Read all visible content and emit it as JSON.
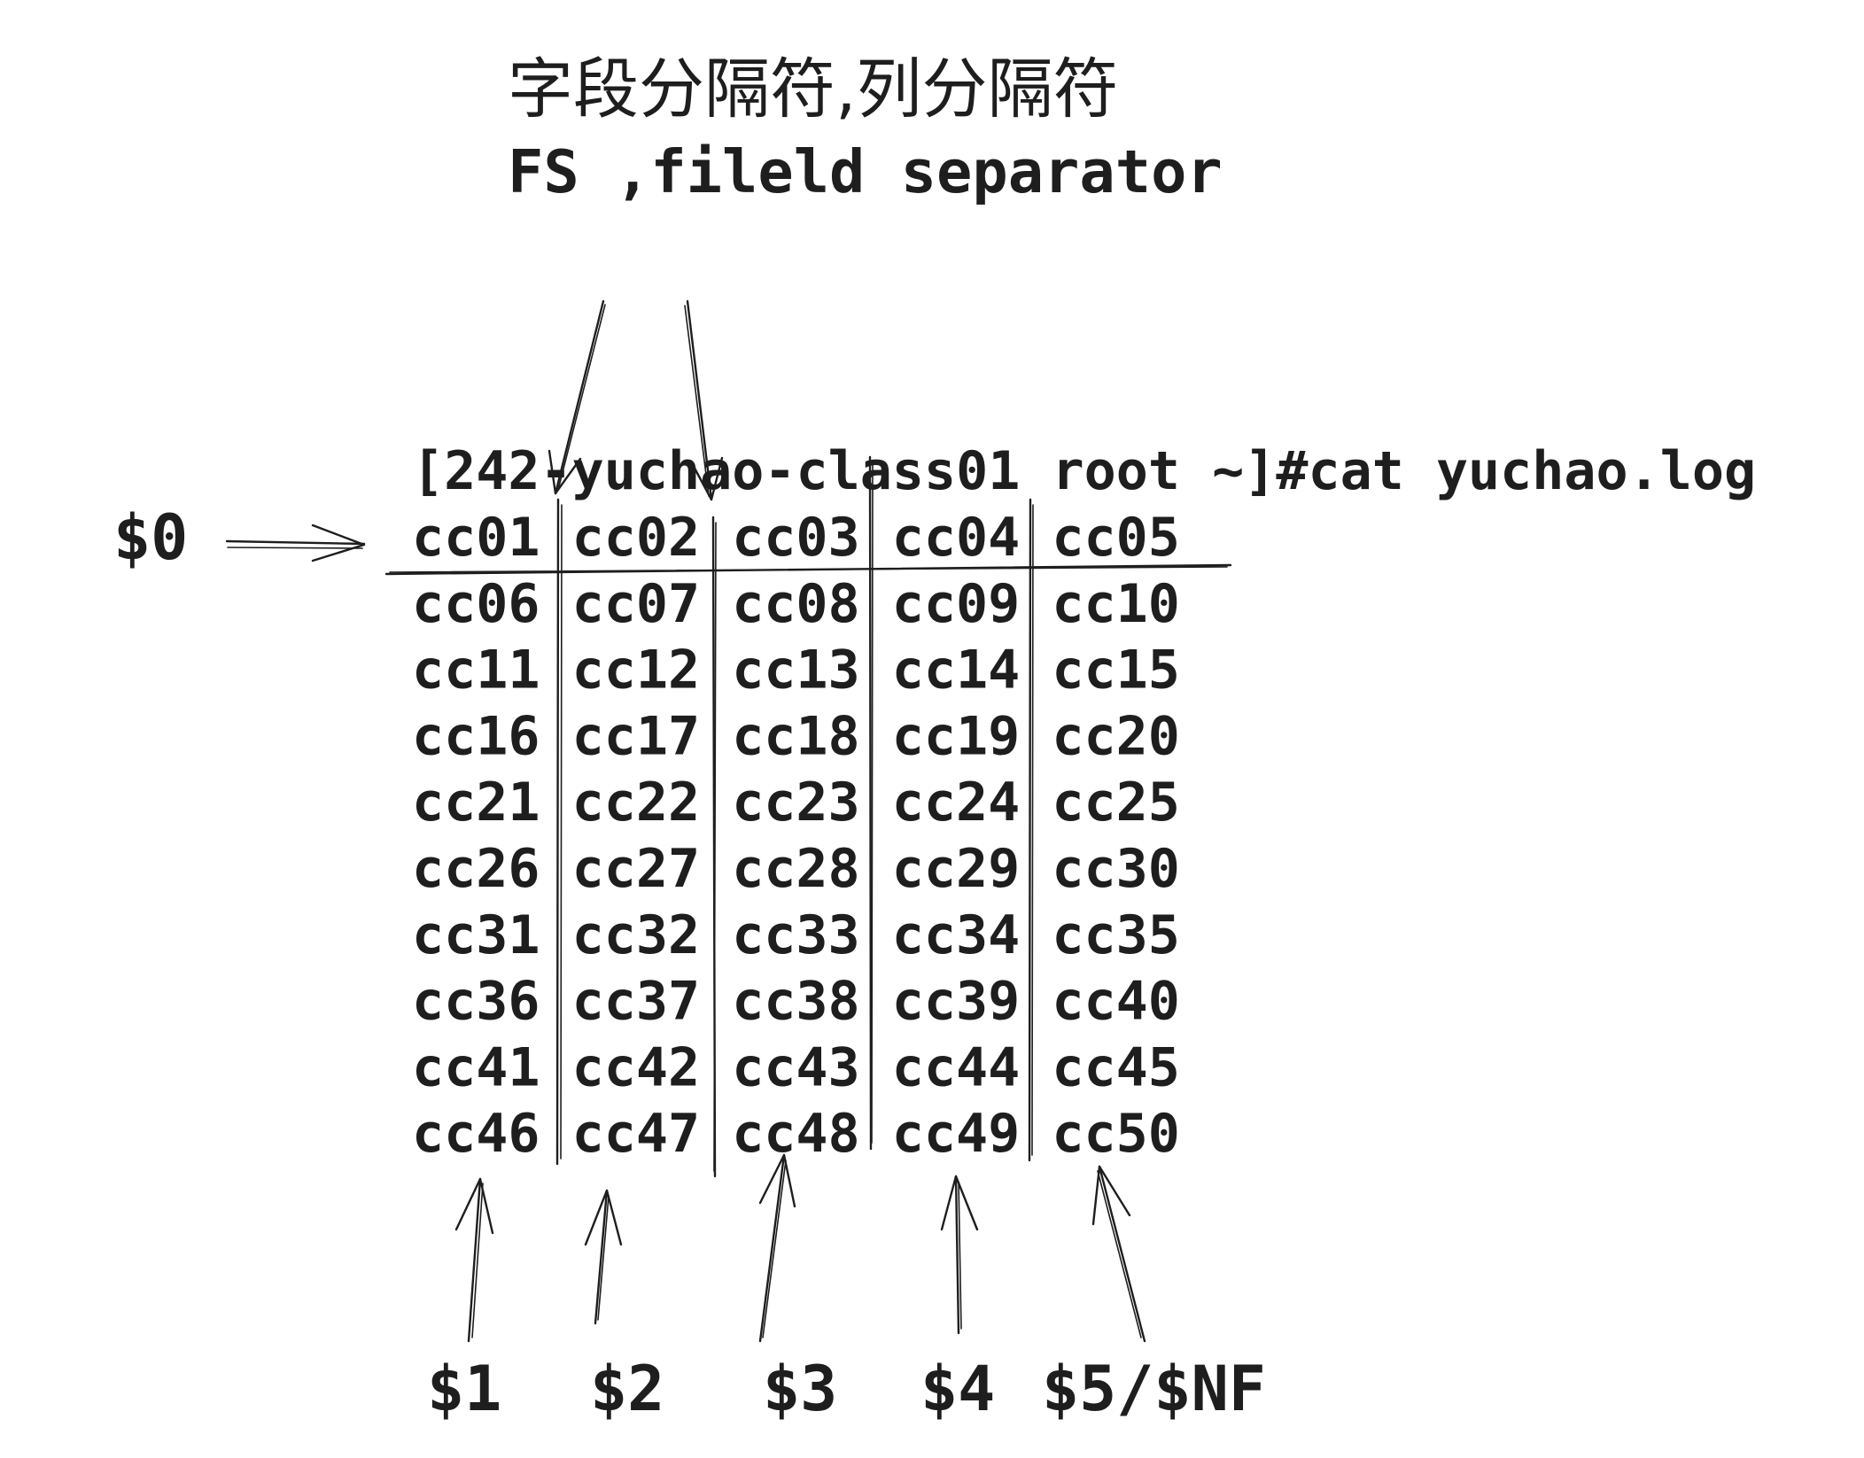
{
  "title": {
    "line1": "字段分隔符,列分隔符",
    "line2": "FS ,fileld separator"
  },
  "terminal": {
    "command_line": "[242-yuchao-class01 root ~]#cat yuchao.log",
    "rows": [
      [
        "cc01",
        "cc02",
        "cc03",
        "cc04",
        "cc05"
      ],
      [
        "cc06",
        "cc07",
        "cc08",
        "cc09",
        "cc10"
      ],
      [
        "cc11",
        "cc12",
        "cc13",
        "cc14",
        "cc15"
      ],
      [
        "cc16",
        "cc17",
        "cc18",
        "cc19",
        "cc20"
      ],
      [
        "cc21",
        "cc22",
        "cc23",
        "cc24",
        "cc25"
      ],
      [
        "cc26",
        "cc27",
        "cc28",
        "cc29",
        "cc30"
      ],
      [
        "cc31",
        "cc32",
        "cc33",
        "cc34",
        "cc35"
      ],
      [
        "cc36",
        "cc37",
        "cc38",
        "cc39",
        "cc40"
      ],
      [
        "cc41",
        "cc42",
        "cc43",
        "cc44",
        "cc45"
      ],
      [
        "cc46",
        "cc47",
        "cc48",
        "cc49",
        "cc50"
      ]
    ]
  },
  "labels": {
    "record": "$0",
    "fields": [
      "$1",
      "$2",
      "$3",
      "$4",
      "$5/$NF"
    ]
  },
  "colors": {
    "ink": "#1e1e1e",
    "background": "#ffffff"
  }
}
